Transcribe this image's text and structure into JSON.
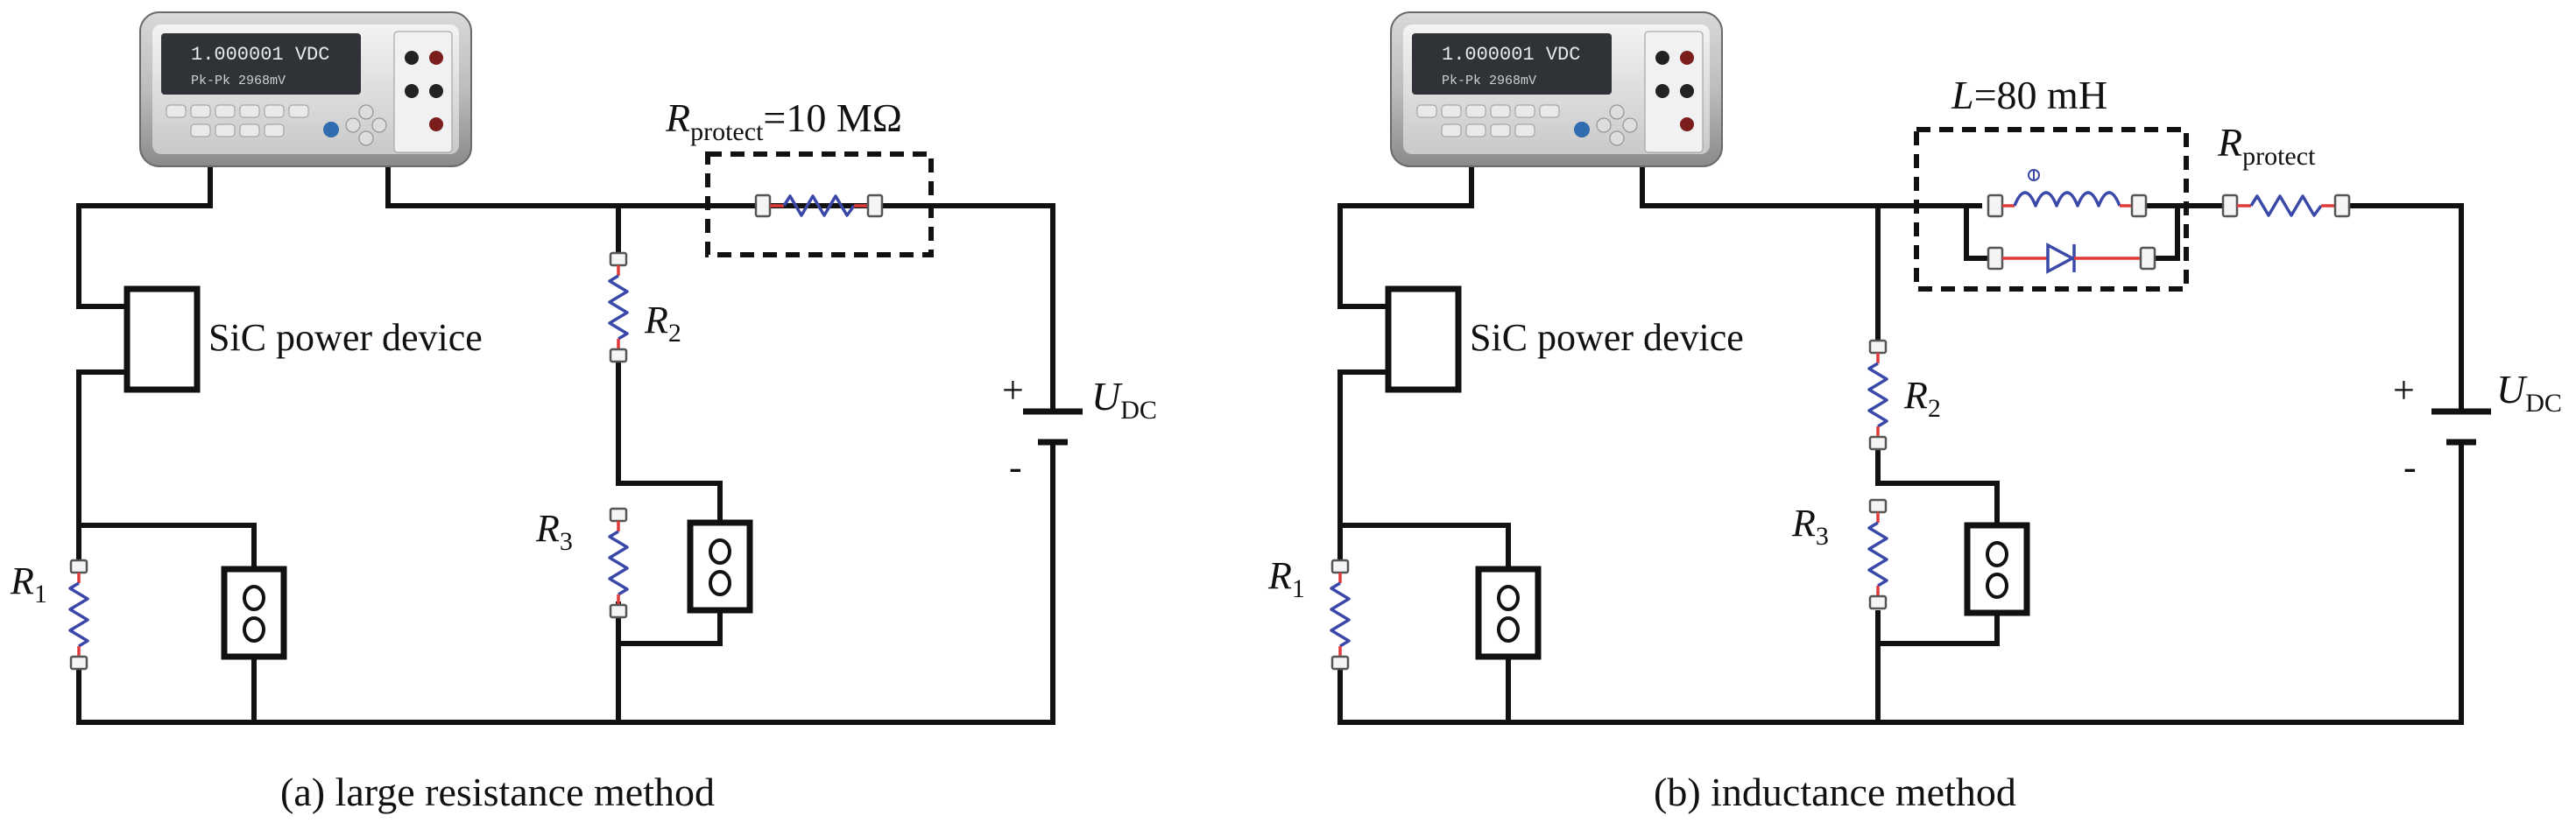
{
  "panel_a": {
    "caption": "(a) large resistance method",
    "device_label": "SiC power device",
    "protect_resistor": {
      "symbol": "R",
      "subscript": "protect",
      "value": "=10 MΩ"
    },
    "r1": {
      "symbol": "R",
      "subscript": "1"
    },
    "r2": {
      "symbol": "R",
      "subscript": "2"
    },
    "r3": {
      "symbol": "R",
      "subscript": "3"
    },
    "supply": {
      "symbol": "U",
      "subscript": "DC",
      "plus": "+",
      "minus": "-"
    },
    "meter": {
      "line1": "1.000001 VDC",
      "line2": "Pk-Pk 2968mV"
    }
  },
  "panel_b": {
    "caption": "(b) inductance method",
    "device_label": "SiC power device",
    "inductor": {
      "symbol": "L",
      "value": "=80 mH"
    },
    "protect_resistor": {
      "symbol": "R",
      "subscript": "protect"
    },
    "r1": {
      "symbol": "R",
      "subscript": "1"
    },
    "r2": {
      "symbol": "R",
      "subscript": "2"
    },
    "r3": {
      "symbol": "R",
      "subscript": "3"
    },
    "supply": {
      "symbol": "U",
      "subscript": "DC",
      "plus": "+",
      "minus": "-"
    },
    "meter": {
      "line1": "1.000001 VDC",
      "line2": "Pk-Pk 2968mV"
    }
  }
}
